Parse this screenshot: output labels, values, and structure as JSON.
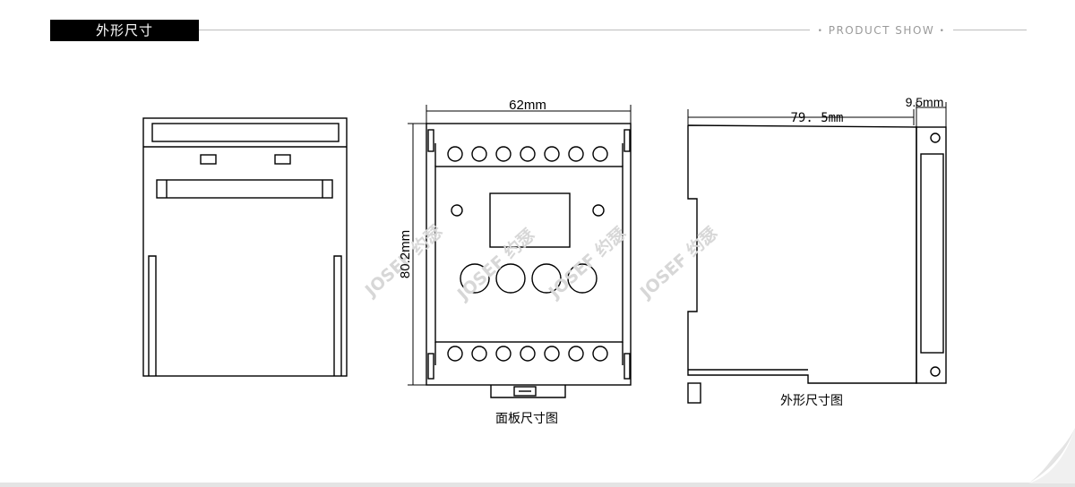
{
  "header": {
    "title": "外形尺寸",
    "section_label": "PRODUCT SHOW",
    "dot_left": "•",
    "dot_right": "•"
  },
  "colors": {
    "line": "#000000",
    "header_bar": "#000000",
    "header_rule": "#bdbdbd",
    "section_label": "#9a9a9a",
    "watermark": "#d7d7d7"
  },
  "front_view": {
    "width_dim": "62mm",
    "height_dim": "80.2mm",
    "caption": "面板尺寸图",
    "top_terminals": 7,
    "bottom_terminals": 7,
    "knobs": 4
  },
  "side_view": {
    "depth_dim": "79. 5mm",
    "rail_dim": "9.5mm",
    "caption": "外形尺寸图"
  },
  "watermark": {
    "text": "JOSEF 约瑟"
  }
}
